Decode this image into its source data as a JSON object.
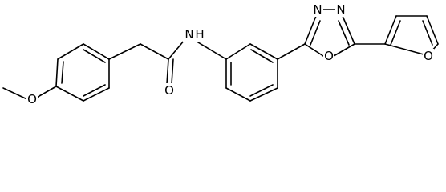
{
  "atoms": {
    "methoxy_o": "O",
    "amide_o": "O",
    "amide_n": "N",
    "amide_h": "H",
    "oxadiazole_n_left": "N",
    "oxadiazole_n_right": "N",
    "oxadiazole_o": "O",
    "furan_o": "O"
  },
  "colors": {
    "bond": "#000000",
    "text": "#000000",
    "background": "#ffffff"
  }
}
